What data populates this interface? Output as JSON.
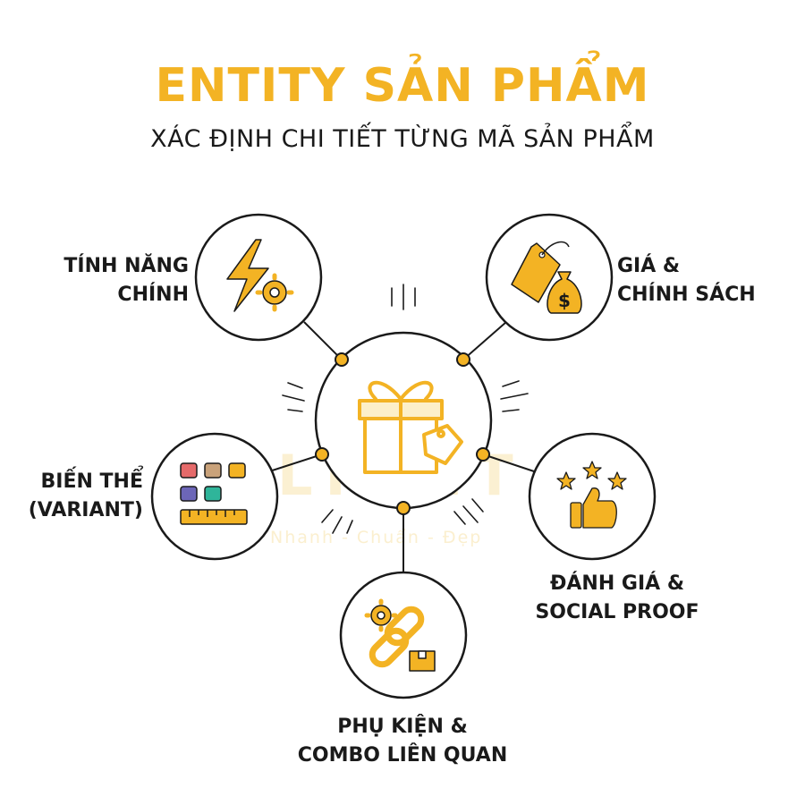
{
  "header": {
    "title": "ENTITY SẢN PHẨM",
    "subtitle": "XÁC ĐỊNH CHI TIẾT TỪNG MÃ SẢN PHẨM"
  },
  "watermark": {
    "logo": "LIGHT",
    "slogan": "Nhanh - Chuẩn - Đẹp"
  },
  "center_node": {
    "icon": "gift-box-with-tag-icon"
  },
  "nodes": [
    {
      "id": "features",
      "icon": "lightning-gear-icon",
      "label_lines": [
        "TÍNH NĂNG",
        "CHÍNH"
      ]
    },
    {
      "id": "price",
      "icon": "price-tag-money-bag-icon",
      "label_lines": [
        "GIÁ &",
        "CHÍNH SÁCH"
      ]
    },
    {
      "id": "variant",
      "icon": "color-swatches-ruler-icon",
      "label_lines": [
        "BIẾN THỂ",
        "(VARIANT)"
      ]
    },
    {
      "id": "review",
      "icon": "stars-thumbs-up-icon",
      "label_lines": [
        "ĐÁNH GIÁ &",
        "SOCIAL PROOF"
      ]
    },
    {
      "id": "combo",
      "icon": "chain-gear-box-icon",
      "label_lines": [
        "PHỤ KIỆN &",
        "COMBO LIÊN QUAN"
      ]
    }
  ],
  "colors": {
    "accent": "#F3B324",
    "outline": "#1a1a1a",
    "swatches": [
      "#E56A6A",
      "#C9A27A",
      "#F3B324",
      "#6C66B8",
      "#2FB59A"
    ]
  }
}
